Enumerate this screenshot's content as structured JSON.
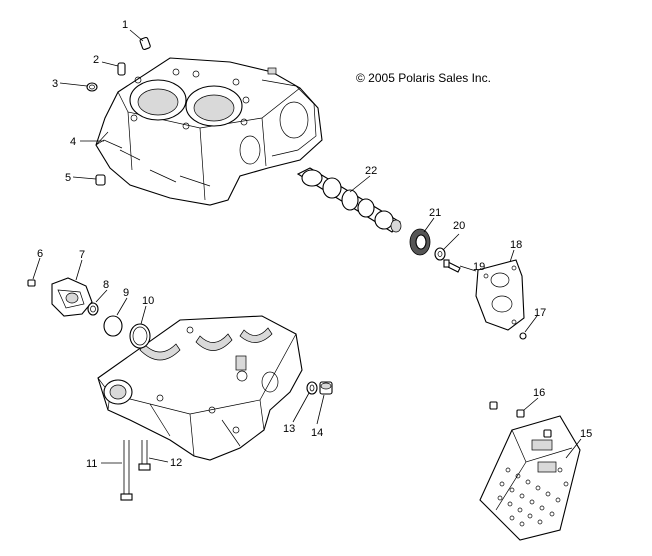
{
  "copyright": "© 2005 Polaris Sales Inc.",
  "callouts": {
    "c1": "1",
    "c2": "2",
    "c3": "3",
    "c4": "4",
    "c5": "5",
    "c6": "6",
    "c7": "7",
    "c8": "8",
    "c9": "9",
    "c10": "10",
    "c11": "11",
    "c12": "12",
    "c13": "13",
    "c14": "14",
    "c15": "15",
    "c16": "16",
    "c17": "17",
    "c18": "18",
    "c19": "19",
    "c20": "20",
    "c21": "21",
    "c22": "22"
  }
}
